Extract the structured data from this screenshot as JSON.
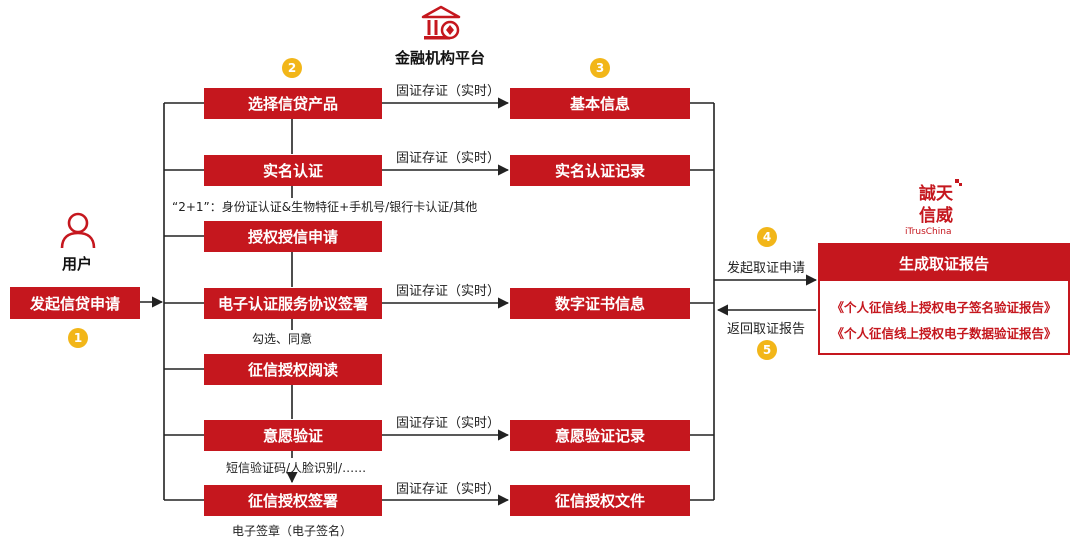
{
  "platform": {
    "title": "金融机构平台",
    "icon": "bank-icon"
  },
  "user": {
    "label": "用户",
    "icon": "user-icon",
    "start": "发起信贷申请"
  },
  "steps_left": [
    "选择信贷产品",
    "实名认证",
    "授权授信申请",
    "电子认证服务协议签署",
    "征信授权阅读",
    "意愿验证",
    "征信授权签署"
  ],
  "steps_right": [
    "基本信息",
    "实名认证记录",
    "数字证书信息",
    "意愿验证记录",
    "征信授权文件"
  ],
  "arrow_label": "固证存证（实时）",
  "notes": {
    "realname": "“2+1”：身份证认证&生物特征+手机号/银行卡认证/其他",
    "agreement": "勾选、同意",
    "intent": "短信验证码/人脸识别/……",
    "sign": "电子签章（电子签名）"
  },
  "badges": [
    "1",
    "2",
    "3",
    "4",
    "5"
  ],
  "evidence": {
    "request": "发起取证申请",
    "return": "返回取证报告",
    "report_title": "生成取证报告",
    "reports": [
      "《个人征信线上授权电子签名验证报告》",
      "《个人征信线上授权电子数据验证报告》"
    ]
  },
  "brand": {
    "logo_chars": "誠天信威",
    "logo_text": "iTrusChina",
    "icon": "itruschina-logo-icon"
  },
  "colors": {
    "primary": "#c5171e",
    "badge": "#f2b619",
    "line": "#222222"
  }
}
